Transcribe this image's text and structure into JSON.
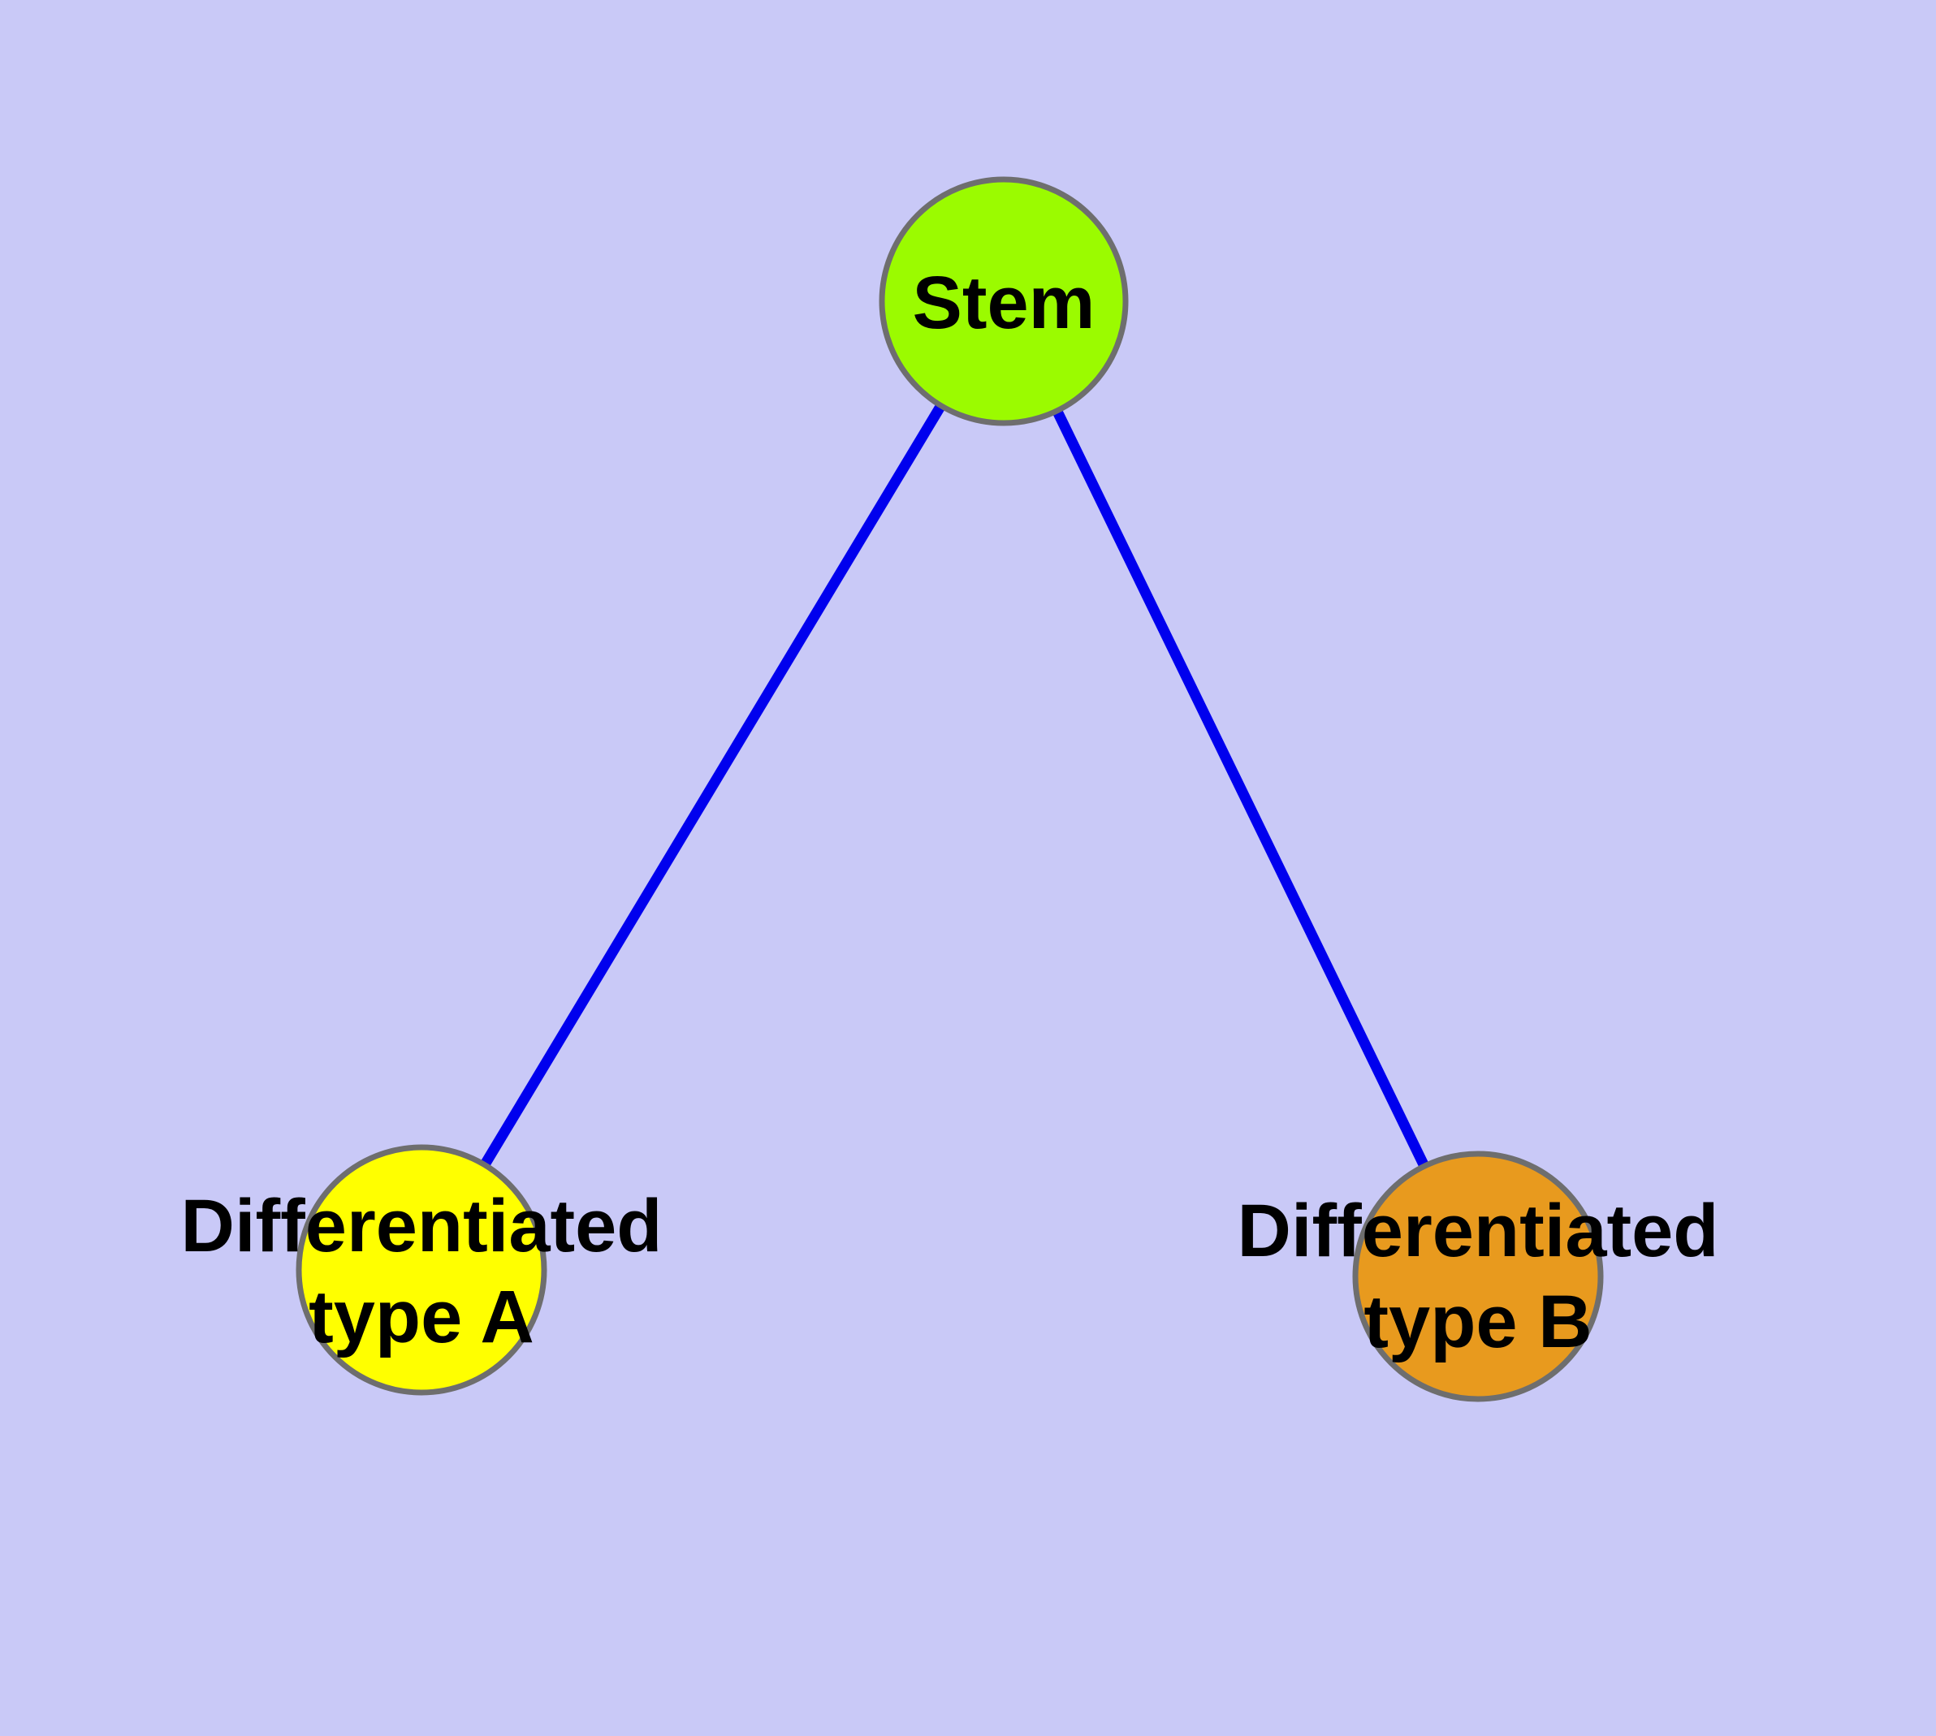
{
  "figure": {
    "background_color": "#C9C9F7",
    "edge_color": "#0000EE",
    "node_border_color": "#6E6E6E",
    "text_color": "#000000",
    "nodes": {
      "stem": {
        "label": "Stem",
        "fill_color": "#9BFB00"
      },
      "type_a": {
        "label_line1": "Differentiated",
        "label_line2": "type A",
        "fill_color": "#FFFF00"
      },
      "type_b": {
        "label_line1": "Differentiated",
        "label_line2": "type B",
        "fill_color": "#E89A1E"
      }
    },
    "edges": [
      {
        "from": "stem",
        "to": "type_a"
      },
      {
        "from": "stem",
        "to": "type_b"
      }
    ]
  }
}
